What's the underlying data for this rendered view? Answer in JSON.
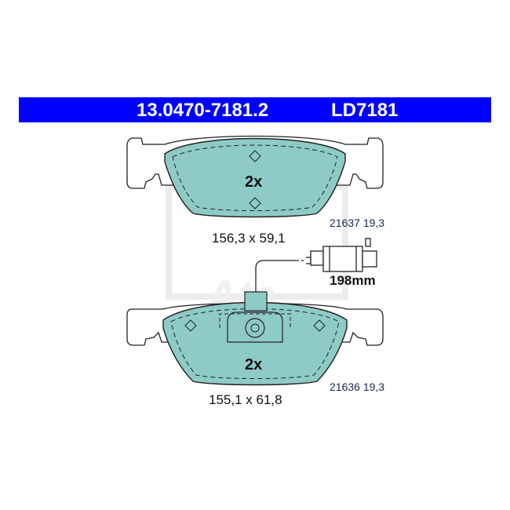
{
  "header": {
    "part_number": "13.0470-7181.2",
    "code": "LD7181",
    "background_color": "#0000ff",
    "text_color": "#ffffff"
  },
  "pad_color": "#8ecbc6",
  "top_pad": {
    "quantity": "2x",
    "dimensions": "156,3 x 59,1",
    "reference": "21637 19,3"
  },
  "bottom_pad": {
    "quantity": "2x",
    "dimensions": "155,1 x 61,8",
    "reference": "21636 19,3"
  },
  "wear_sensor": {
    "length": "198mm"
  },
  "watermark": {
    "logo": "ate-logo"
  }
}
